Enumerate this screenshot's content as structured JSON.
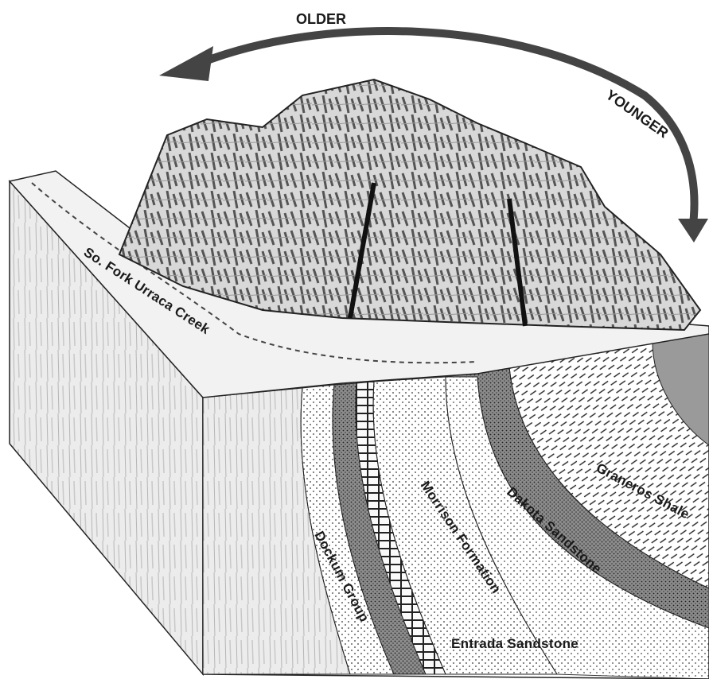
{
  "arrows": {
    "older": "OLDER",
    "younger": "YOUNGER"
  },
  "labels": {
    "creek": "So. Fork Urraca Creek",
    "dockum": "Dockum Group",
    "morrison": "Morrison Formation",
    "dakota": "Dakota Sandstone",
    "graneros": "Graneros Shale",
    "entrada": "Entrada Sandstone"
  }
}
